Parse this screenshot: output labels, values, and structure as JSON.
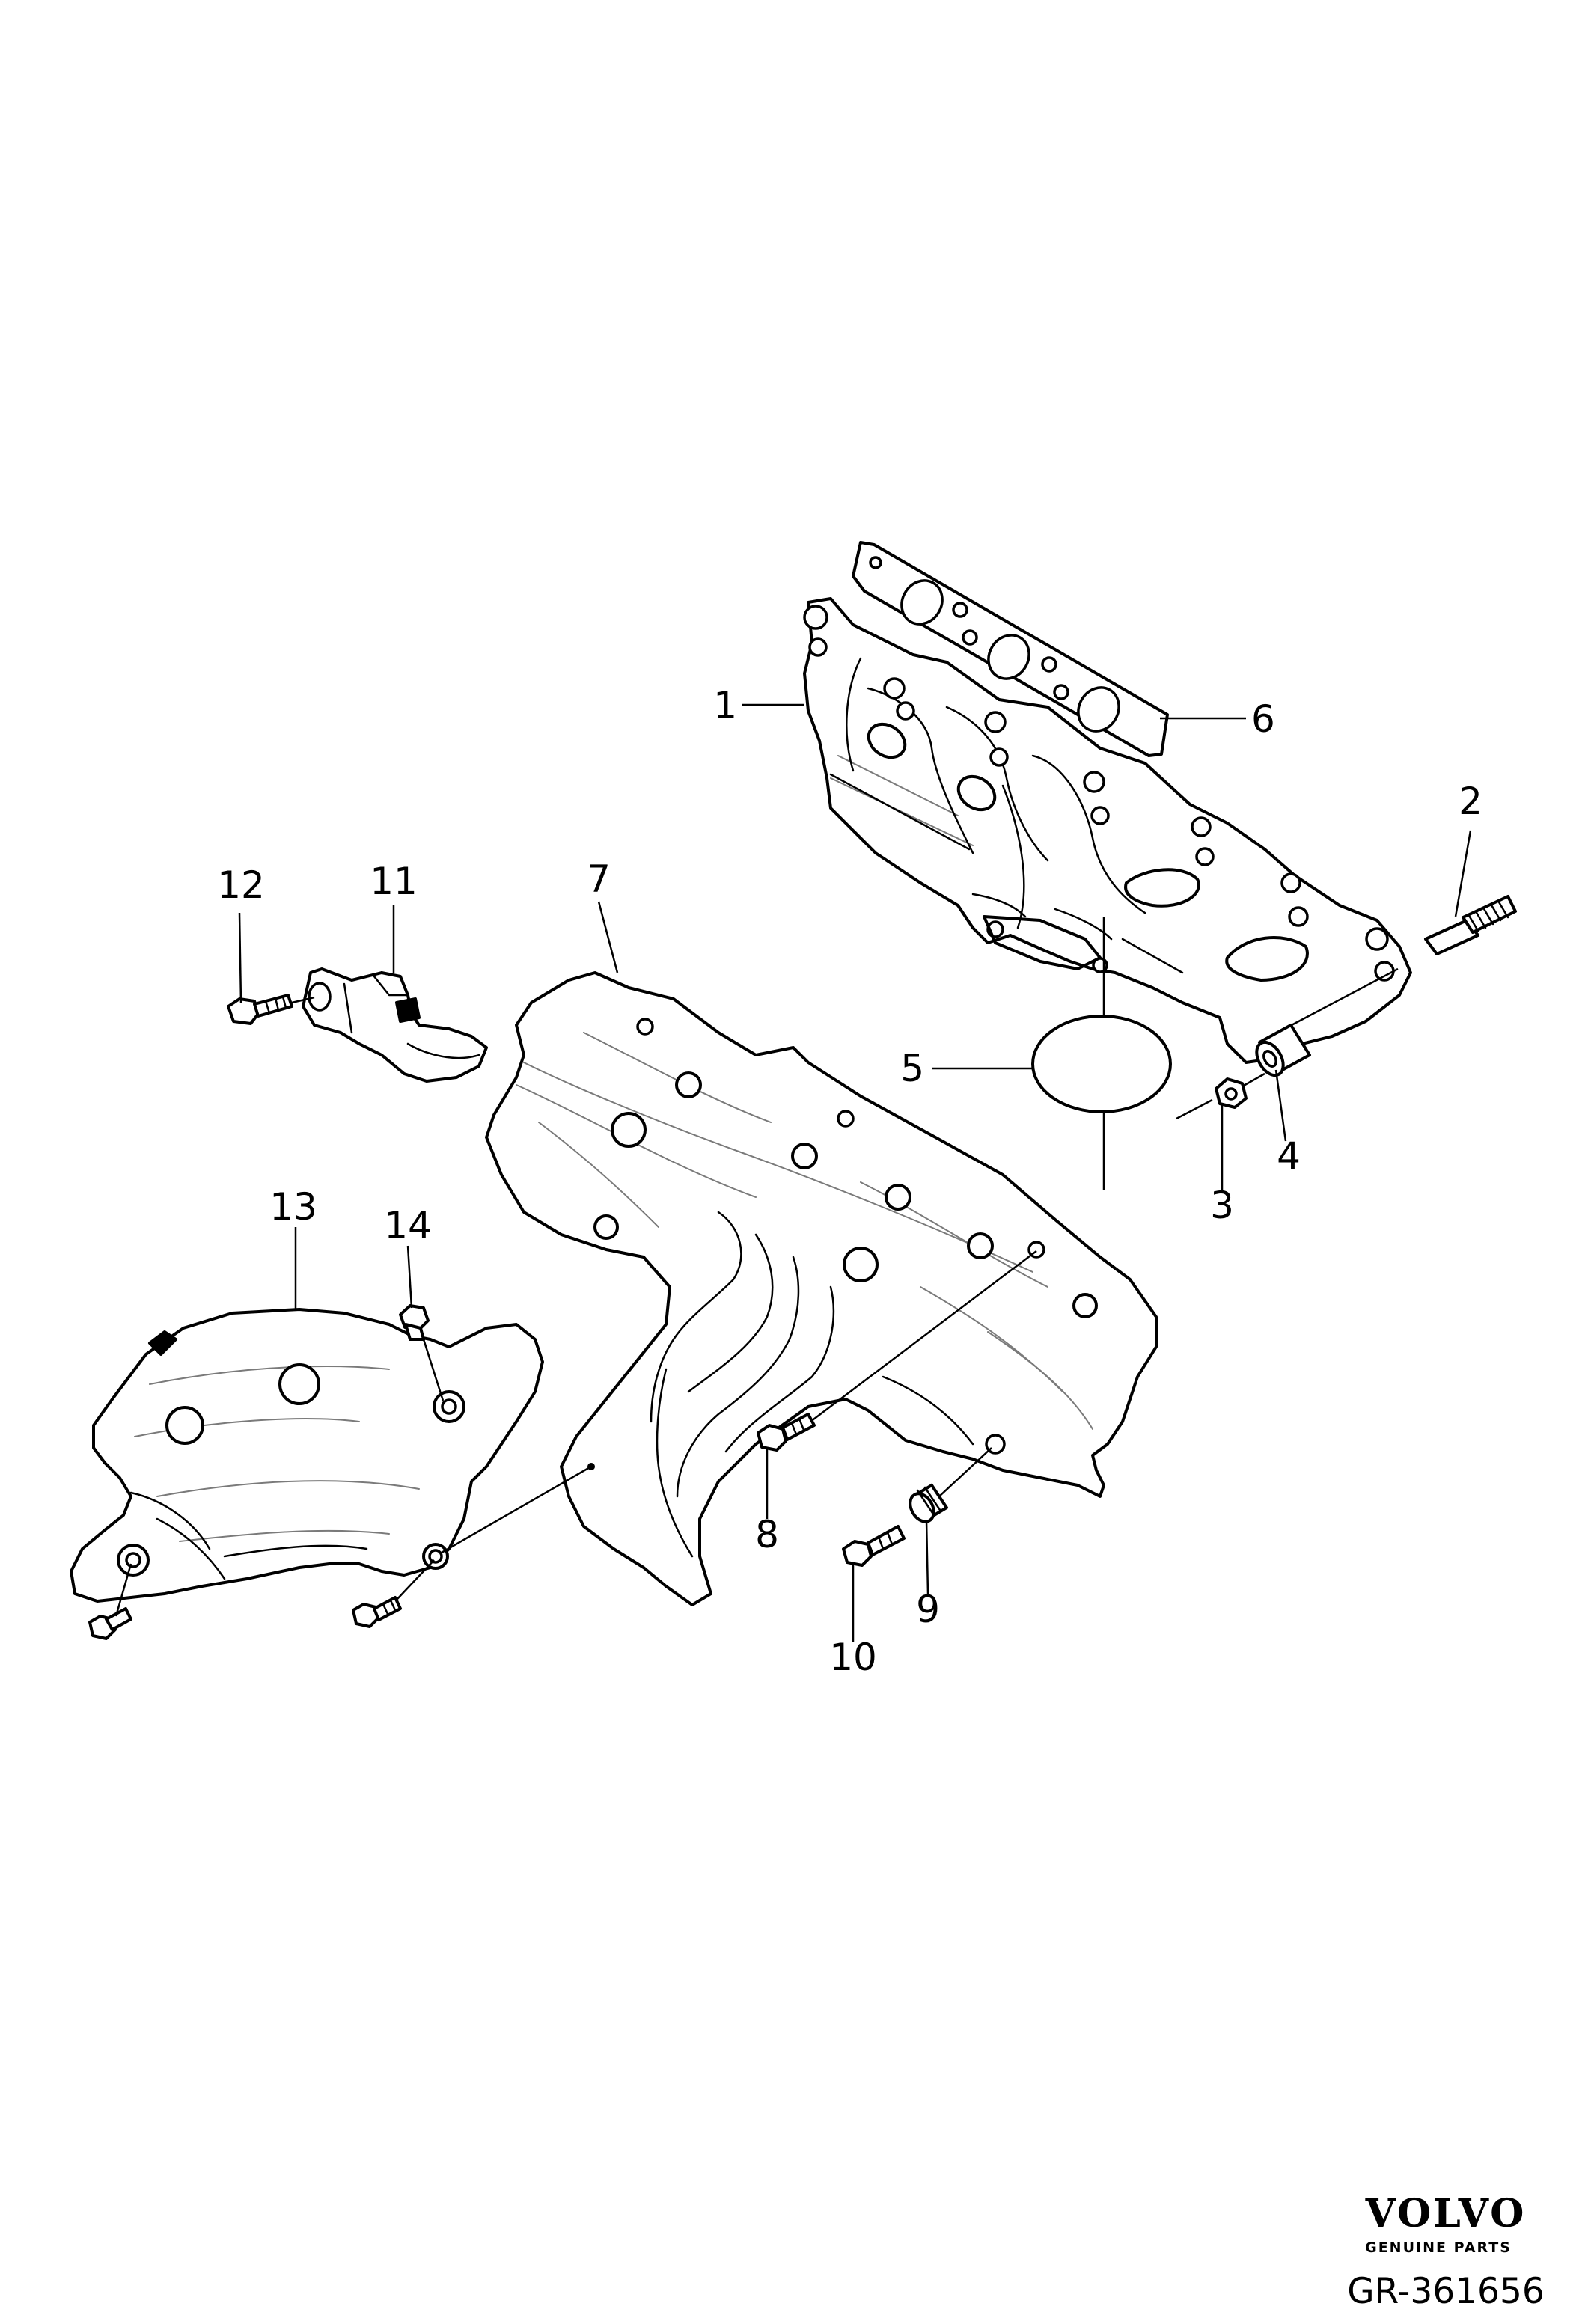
{
  "callouts": [
    "1",
    "2",
    "3",
    "4",
    "5",
    "6",
    "7",
    "8",
    "9",
    "10",
    "11",
    "12",
    "13",
    "14"
  ],
  "brand": {
    "logo_text": "VOLVO",
    "tagline": "GENUINE PARTS"
  },
  "diagram_id": "GR-361656"
}
